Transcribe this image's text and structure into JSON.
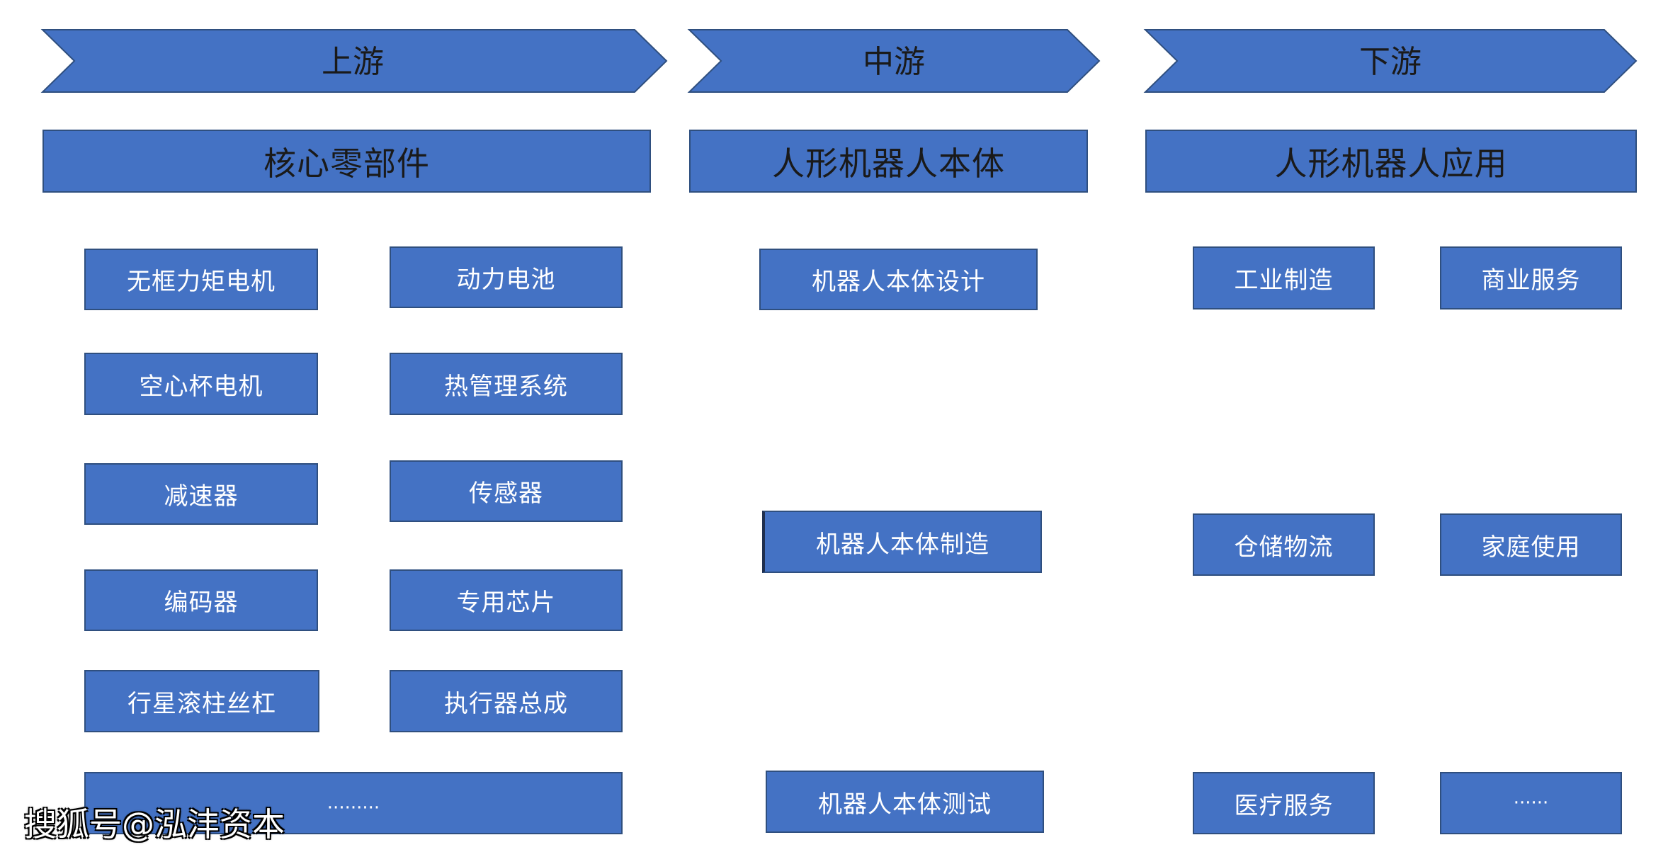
{
  "stages": {
    "upstream": "上游",
    "midstream": "中游",
    "downstream": "下游"
  },
  "categories": {
    "upstream": "核心零部件",
    "midstream": "人形机器人本体",
    "downstream": "人形机器人应用"
  },
  "upstream_items": {
    "frameless_motor": "无框力矩电机",
    "power_battery": "动力电池",
    "coreless_motor": "空心杯电机",
    "thermal_management": "热管理系统",
    "reducer": "减速器",
    "sensor": "传感器",
    "encoder": "编码器",
    "dedicated_chip": "专用芯片",
    "planetary_roller_screw": "行星滚柱丝杠",
    "actuator_assembly": "执行器总成",
    "more": "·········"
  },
  "midstream_items": {
    "design": "机器人本体设计",
    "manufacturing": "机器人本体制造",
    "testing": "机器人本体测试"
  },
  "downstream_items": {
    "industrial": "工业制造",
    "commercial": "商业服务",
    "logistics": "仓储物流",
    "household": "家庭使用",
    "medical": "医疗服务",
    "more": "······"
  },
  "watermark": "搜狐号@泓沣资本",
  "colors": {
    "box_fill": "#4472c4",
    "box_border": "#2f4f7f",
    "text": "#ffffff"
  }
}
